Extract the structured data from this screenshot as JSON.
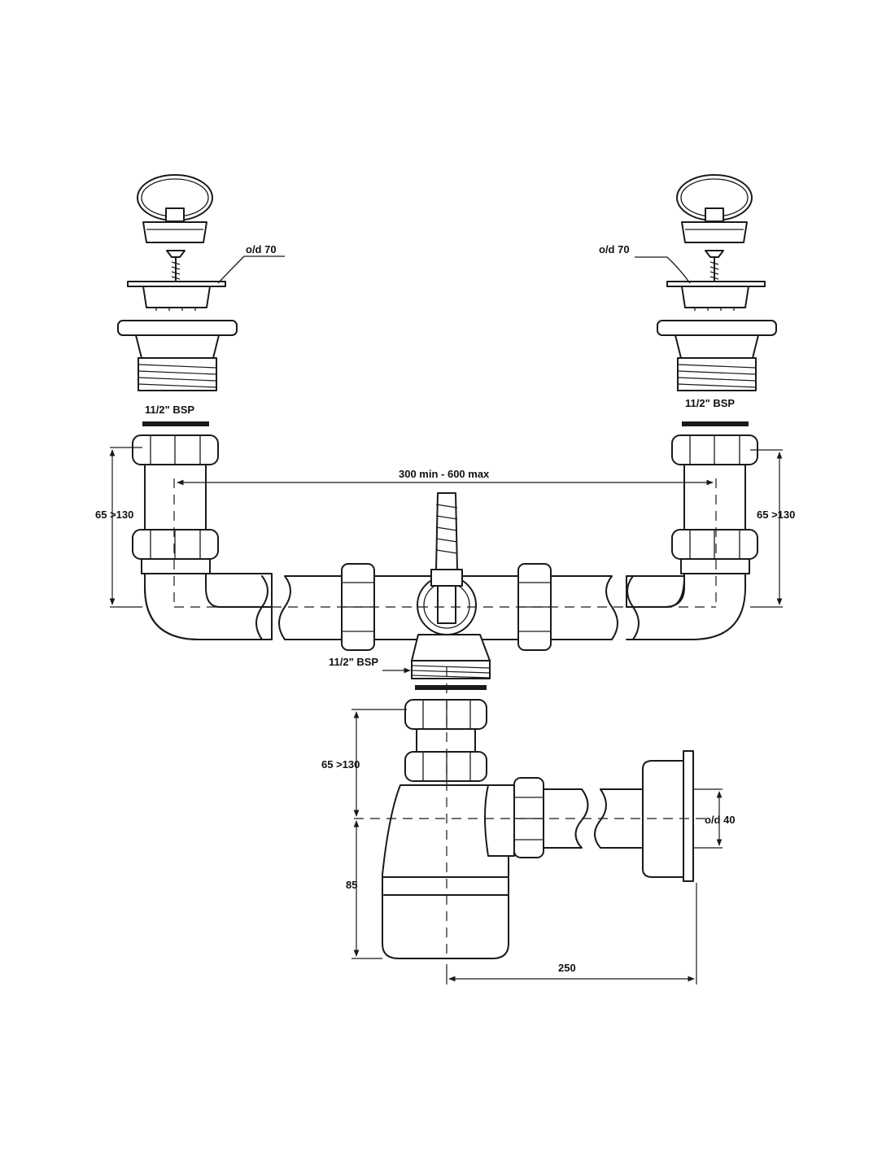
{
  "labels": {
    "od_70_left": "o/d 70",
    "od_70_right": "o/d 70",
    "bsp_left": "11/2\" BSP",
    "bsp_right": "11/2\" BSP",
    "bsp_center": "11/2\" BSP",
    "span": "300 min - 600 max",
    "height_left": "65 >130",
    "height_right": "65 >130",
    "height_trap": "65 >130",
    "trap_depth": "85",
    "od_40": "o/d 40",
    "outlet_length": "250"
  }
}
